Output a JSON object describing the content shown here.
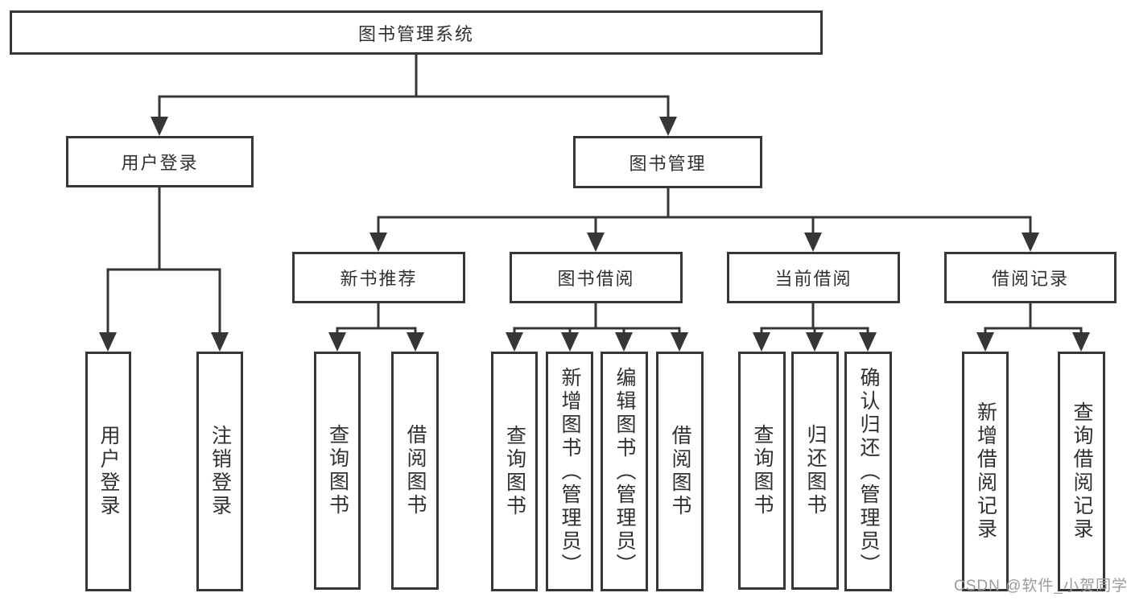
{
  "diagram": {
    "root": {
      "label": "图书管理系统"
    },
    "level2": [
      {
        "label": "用户登录"
      },
      {
        "label": "图书管理"
      }
    ],
    "level3": [
      {
        "label": "新书推荐"
      },
      {
        "label": "图书借阅"
      },
      {
        "label": "当前借阅"
      },
      {
        "label": "借阅记录"
      }
    ],
    "leaves": {
      "user_login": [
        {
          "label": "用户登录"
        },
        {
          "label": "注销登录"
        }
      ],
      "new_books": [
        {
          "label": "查询图书"
        },
        {
          "label": "借阅图书"
        }
      ],
      "book_borrow": [
        {
          "label": "查询图书"
        },
        {
          "label": "新增图书（管理员）"
        },
        {
          "label": "编辑图书（管理员）"
        },
        {
          "label": "借阅图书"
        }
      ],
      "current_borrow": [
        {
          "label": "查询图书"
        },
        {
          "label": "归还图书"
        },
        {
          "label": "确认归还（管理员）"
        }
      ],
      "borrow_records": [
        {
          "label": "新增借阅记录"
        },
        {
          "label": "查询借阅记录"
        }
      ]
    }
  },
  "watermark": {
    "text": "CSDN @软件_小贺同学"
  },
  "colors": {
    "line": "#363636",
    "text": "#303030",
    "background": "#ffffff",
    "watermark": "#9b9b9b"
  }
}
